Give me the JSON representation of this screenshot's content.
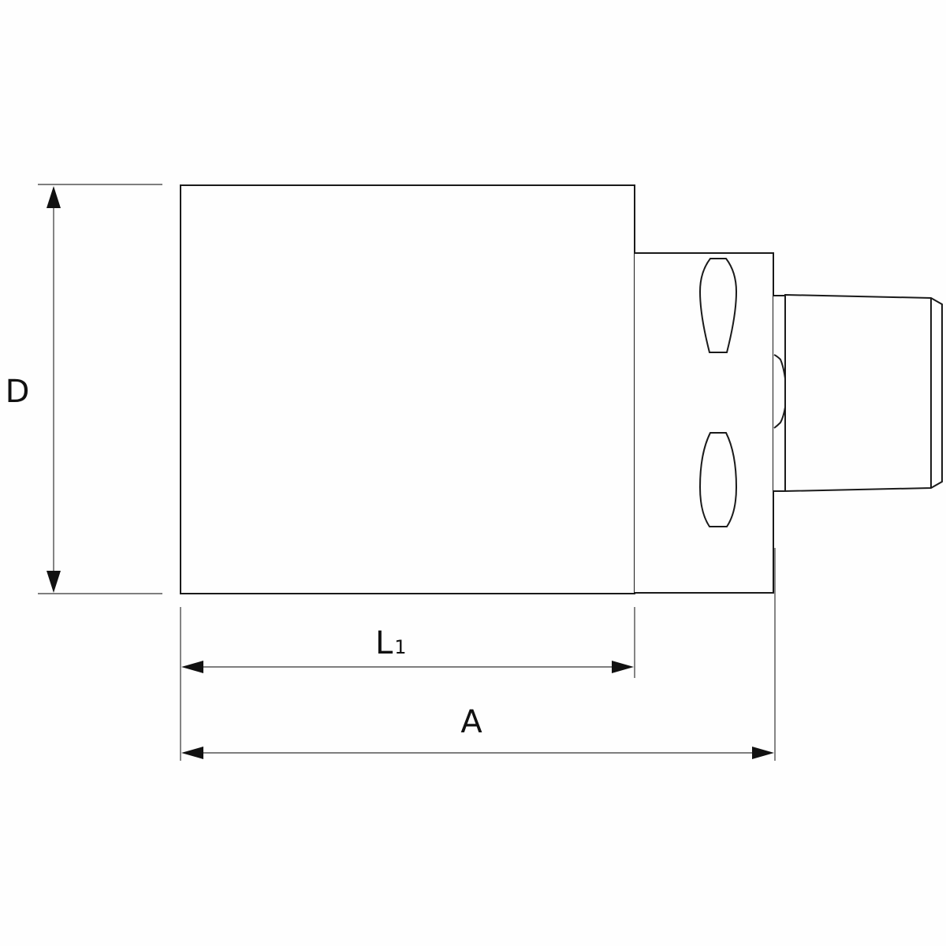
{
  "drawing": {
    "type": "technical dimension drawing",
    "subject": "cylindrical tool holder body with shank and taper",
    "colors": {
      "line": "#1a1a1a",
      "background": "#fefefe"
    }
  },
  "dimensions": {
    "D": {
      "label": "D",
      "orientation": "vertical",
      "meaning": "body diameter"
    },
    "L1": {
      "label": "L",
      "subscript": "1",
      "orientation": "horizontal",
      "meaning": "body length"
    },
    "A": {
      "label": "A",
      "orientation": "horizontal",
      "meaning": "overall length"
    }
  }
}
